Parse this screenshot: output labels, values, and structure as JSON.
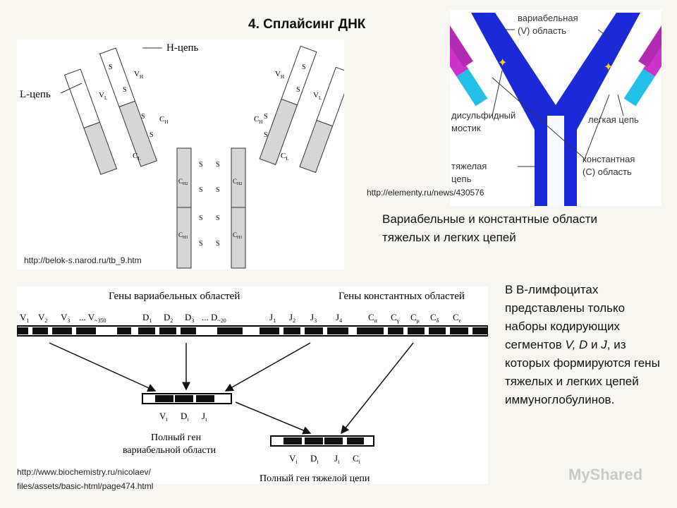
{
  "title": "4. Сплайсинг ДНК",
  "sources": {
    "a": "http://belok-s.narod.ru/tb_9.htm",
    "b": "http://elementy.ru/news/430576",
    "c1": "http://www.biochemistry.ru/nicolaev/",
    "c2": "files/assets/basic-html/page474.html"
  },
  "caption": "Вариабельные и константные области тяжелых и легких цепей",
  "body": {
    "p1": "В В-лимфоцитах представлены только наборы кодирующих сегментов ",
    "v": "V, D",
    "and": " и ",
    "j": "J",
    "p2": ", из которых формируются гены тяжелых и легких цепей иммуноглобулинов."
  },
  "fig_a": {
    "h_chain": "Н-цепь",
    "l_chain": "L-цепь",
    "vh": "V",
    "vh_sub": "H",
    "vl": "V",
    "vl_sub": "L",
    "ch": "C",
    "ch_sub": "H",
    "cl": "C",
    "cl_sub": "L",
    "s": "S",
    "ch2": "C",
    "ch2_sub": "H2",
    "ch3": "C",
    "ch3_sub": "H3"
  },
  "fig_b": {
    "variable": "вариабельная",
    "variable2": "(V) область",
    "disulfide": "дисульфидный",
    "disulfide2": "мостик",
    "light": "легкая цепь",
    "constant": "константная",
    "constant2": "(С) область",
    "heavy": "тяжелая",
    "heavy2": "цепь"
  },
  "fig_c": {
    "var_genes": "Гены вариабельных областей",
    "const_genes": "Гены константных областей",
    "v1": "V",
    "v1s": "1",
    "v2": "V",
    "v2s": "2",
    "v3": "V",
    "v3s": "3",
    "vn": "... V",
    "vns": "~350",
    "d1": "D",
    "d1s": "1",
    "d2": "D",
    "d2s": "2",
    "d3": "D",
    "d3s": "3",
    "dn": "... D",
    "dns": "~20",
    "j1": "J",
    "j1s": "1",
    "j2": "J",
    "j2s": "2",
    "j3": "J",
    "j3s": "3",
    "j4": "J",
    "j4s": "4",
    "ca": "C",
    "cas": "α",
    "cg": "C",
    "cgs": "γ",
    "cm": "C",
    "cms": "μ",
    "cd": "C",
    "cds": "δ",
    "ce": "C",
    "ces": "ε",
    "vi": "V",
    "vis": "i",
    "di": "D",
    "dis": "i",
    "ji": "J",
    "jis": "i",
    "ci": "C",
    "cis": "i",
    "full_var1": "Полный ген",
    "full_var2": "вариабельной области",
    "full_heavy": "Полный ген тяжелой цепи"
  },
  "logo": "MyShared"
}
